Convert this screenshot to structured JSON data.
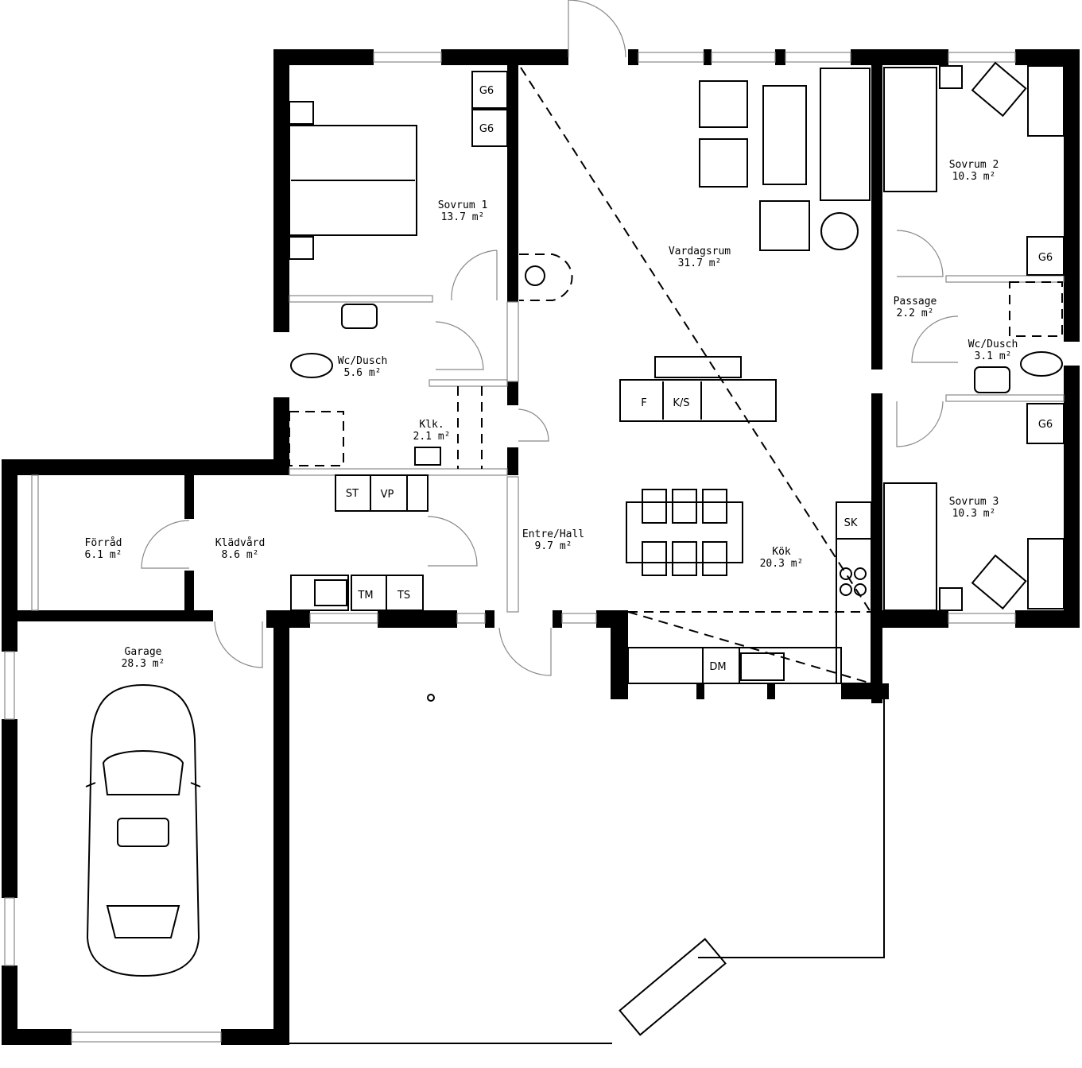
{
  "rooms": [
    {
      "name": "Sovrum 1",
      "area": "13.7 m²"
    },
    {
      "name": "Vardagsrum",
      "area": "31.7 m²"
    },
    {
      "name": "Sovrum 2",
      "area": "10.3 m²"
    },
    {
      "name": "Passage",
      "area": "2.2 m²"
    },
    {
      "name": "Wc/Dusch",
      "area": "3.1 m²"
    },
    {
      "name": "Sovrum 3",
      "area": "10.3 m²"
    },
    {
      "name": "Wc/Dusch",
      "area": "5.6 m²"
    },
    {
      "name": "Klk.",
      "area": "2.1 m²"
    },
    {
      "name": "Förråd",
      "area": "6.1 m²"
    },
    {
      "name": "Klädvård",
      "area": "8.6 m²"
    },
    {
      "name": "Entre/Hall",
      "area": "9.7 m²"
    },
    {
      "name": "Kök",
      "area": "20.3 m²"
    },
    {
      "name": "Garage",
      "area": "28.3 m²"
    }
  ],
  "appliances": {
    "g6_1": "G6",
    "g6_2": "G6",
    "g6_3": "G6",
    "g6_4": "G6",
    "f": "F",
    "ks": "K/S",
    "st": "ST",
    "vp": "VP",
    "tm": "TM",
    "ts": "TS",
    "sk": "SK",
    "dm": "DM"
  }
}
